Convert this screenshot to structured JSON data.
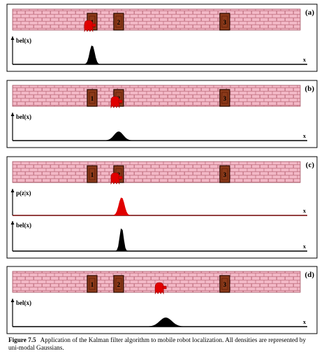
{
  "figure": {
    "caption_label": "Figure 7.5",
    "caption_text": "Application of the Kalman filter algorithm to mobile robot localization. All densities are represented by uni-modal Gaussians.",
    "axis_x_label": "x",
    "colors": {
      "wall": "#f2b8c6",
      "brick_line": "#c07080",
      "door": "#8b3a1a",
      "door_frame": "#2a0a00",
      "robot": "#e00000",
      "belief": "#000000",
      "measurement": "#e00000"
    },
    "doors": [
      {
        "label": "1",
        "x": 0.27
      },
      {
        "label": "2",
        "x": 0.36
      },
      {
        "label": "3",
        "x": 0.72
      }
    ],
    "panels": [
      {
        "tag": "(a)",
        "robot_x": 0.27,
        "plots": [
          {
            "label": "bel(x)",
            "mean": 0.27,
            "sd": 0.008,
            "peak": 0.75,
            "color_key": "belief"
          }
        ]
      },
      {
        "tag": "(b)",
        "robot_x": 0.36,
        "plots": [
          {
            "label": "bel(x)",
            "mean": 0.36,
            "sd": 0.015,
            "peak": 0.35,
            "color_key": "belief"
          }
        ]
      },
      {
        "tag": "(c)",
        "robot_x": 0.36,
        "plots": [
          {
            "label": "p(z|x)",
            "mean": 0.37,
            "sd": 0.009,
            "peak": 0.75,
            "color_key": "measurement"
          },
          {
            "label": "bel(x)",
            "mean": 0.37,
            "sd": 0.006,
            "peak": 0.85,
            "color_key": "belief"
          }
        ]
      },
      {
        "tag": "(d)",
        "robot_x": 0.51,
        "plots": [
          {
            "label": "bel(x)",
            "mean": 0.52,
            "sd": 0.02,
            "peak": 0.35,
            "color_key": "belief"
          }
        ]
      }
    ]
  }
}
